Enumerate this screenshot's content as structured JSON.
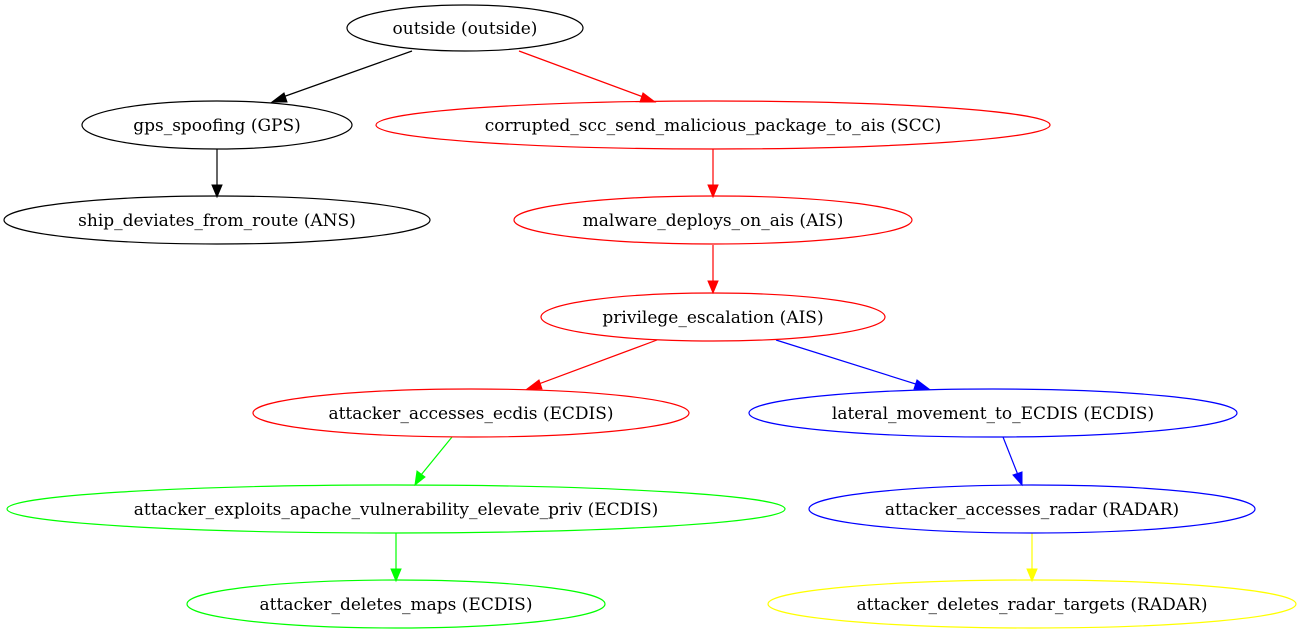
{
  "colors": {
    "black": "#000000",
    "red": "#ff0000",
    "blue": "#0000ff",
    "green": "#00ff00",
    "yellow": "#ffff00"
  },
  "nodes": {
    "outside": {
      "label": "outside (outside)",
      "color": "#000000"
    },
    "gps_spoofing": {
      "label": "gps_spoofing (GPS)",
      "color": "#000000"
    },
    "ship_deviates": {
      "label": "ship_deviates_from_route (ANS)",
      "color": "#000000"
    },
    "corrupted_scc": {
      "label": "corrupted_scc_send_malicious_package_to_ais (SCC)",
      "color": "#ff0000"
    },
    "malware_ais": {
      "label": "malware_deploys_on_ais (AIS)",
      "color": "#ff0000"
    },
    "privilege_escalation": {
      "label": "privilege_escalation (AIS)",
      "color": "#ff0000"
    },
    "accesses_ecdis": {
      "label": "attacker_accesses_ecdis (ECDIS)",
      "color": "#ff0000"
    },
    "lateral_movement": {
      "label": "lateral_movement_to_ECDIS (ECDIS)",
      "color": "#0000ff"
    },
    "exploits_apache": {
      "label": "attacker_exploits_apache_vulnerability_elevate_priv (ECDIS)",
      "color": "#00ff00"
    },
    "accesses_radar": {
      "label": "attacker_accesses_radar (RADAR)",
      "color": "#0000ff"
    },
    "deletes_maps": {
      "label": "attacker_deletes_maps (ECDIS)",
      "color": "#00ff00"
    },
    "deletes_radar_targets": {
      "label": "attacker_deletes_radar_targets (RADAR)",
      "color": "#ffff00"
    }
  },
  "edges": [
    {
      "from": "outside",
      "to": "gps_spoofing",
      "color": "#000000"
    },
    {
      "from": "outside",
      "to": "corrupted_scc",
      "color": "#ff0000"
    },
    {
      "from": "gps_spoofing",
      "to": "ship_deviates",
      "color": "#000000"
    },
    {
      "from": "corrupted_scc",
      "to": "malware_ais",
      "color": "#ff0000"
    },
    {
      "from": "malware_ais",
      "to": "privilege_escalation",
      "color": "#ff0000"
    },
    {
      "from": "privilege_escalation",
      "to": "accesses_ecdis",
      "color": "#ff0000"
    },
    {
      "from": "privilege_escalation",
      "to": "lateral_movement",
      "color": "#0000ff"
    },
    {
      "from": "accesses_ecdis",
      "to": "exploits_apache",
      "color": "#00ff00"
    },
    {
      "from": "lateral_movement",
      "to": "accesses_radar",
      "color": "#0000ff"
    },
    {
      "from": "exploits_apache",
      "to": "deletes_maps",
      "color": "#00ff00"
    },
    {
      "from": "accesses_radar",
      "to": "deletes_radar_targets",
      "color": "#ffff00"
    }
  ]
}
